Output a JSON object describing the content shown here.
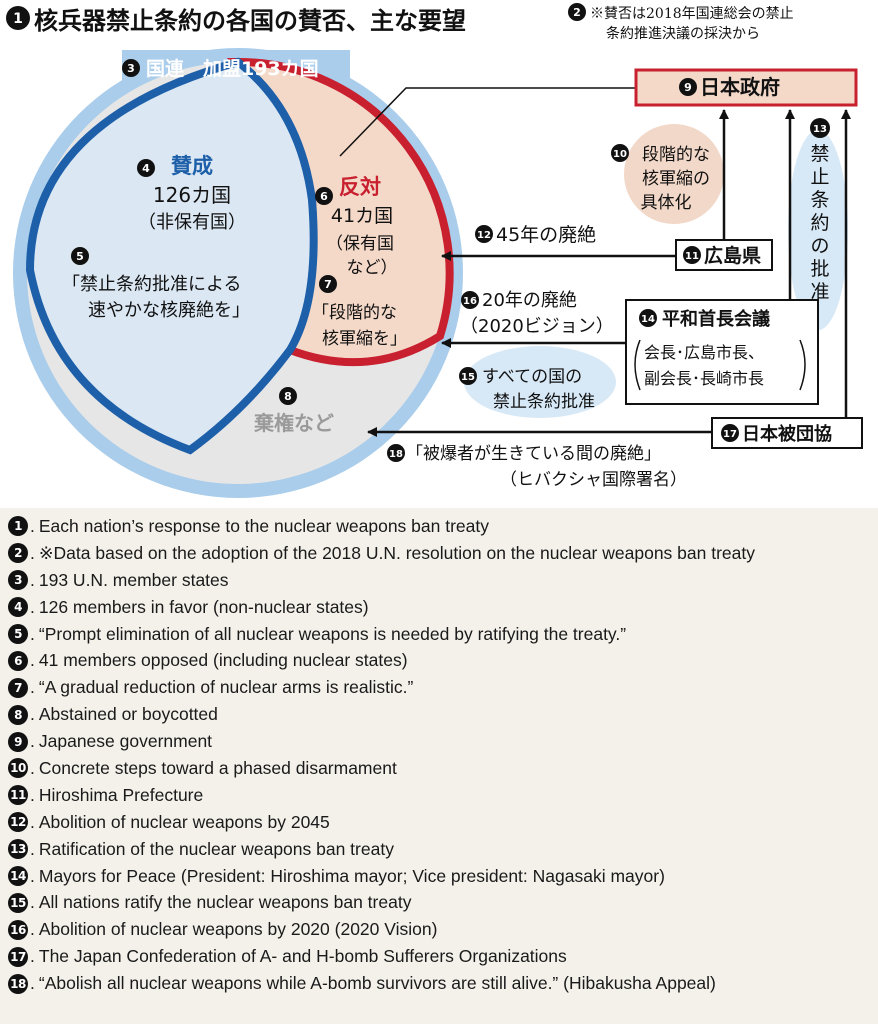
{
  "colors": {
    "un_blue_band": "#a9cdeb",
    "favor_fill": "#dbe8f4",
    "favor_outline": "#1d5fa8",
    "oppose_fill": "#f4d9c9",
    "oppose_outline": "#c8202f",
    "abstain_fill": "#e6e6e6",
    "bubble_blue": "#d7e8f6",
    "bubble_peach": "#f2d8c8",
    "legend_bg": "#f4f1ea"
  },
  "title": "核兵器禁止条約の各国の賛否、主な要望",
  "title_num": "1",
  "note": {
    "num": "2",
    "line1": "※賛否は2018年国連総会の禁止",
    "line2": "条約推進決議の採決から"
  },
  "un": {
    "num": "3",
    "label": "国連　加盟193カ国"
  },
  "favor": {
    "num": "4",
    "title": "賛成",
    "count": "126カ国",
    "sub": "（非保有国）",
    "quote_num": "5",
    "quote1": "「禁止条約批准による",
    "quote2": "速やかな核廃絶を」"
  },
  "oppose": {
    "num": "6",
    "title": "反対",
    "count": "41カ国",
    "sub1": "（保有国",
    "sub2": "など）",
    "quote_num": "7",
    "quote1": "「段階的な",
    "quote2": "核軍縮を」"
  },
  "abstain": {
    "num": "8",
    "label": "棄権など"
  },
  "japan_gov": {
    "num": "9",
    "label": "日本政府"
  },
  "phased": {
    "num": "10",
    "line1": "段階的な",
    "line2": "核軍縮の",
    "line3": "具体化"
  },
  "hiroshima": {
    "num": "11",
    "label": "広島県"
  },
  "abolition2045": {
    "num": "12",
    "label": "45年の廃絶"
  },
  "ratify_vertical": {
    "num": "13",
    "chars": [
      "禁",
      "止",
      "条",
      "約",
      "の",
      "批",
      "准"
    ]
  },
  "mayors": {
    "num": "14",
    "label": "平和首長会議",
    "sub1": "会長･広島市長、",
    "sub2": "副会長･長崎市長"
  },
  "all_nations": {
    "num": "15",
    "line1": "すべての国の",
    "line2": "禁止条約批准"
  },
  "vision2020": {
    "num": "16",
    "line1": "20年の廃絶",
    "line2": "（2020ビジョン）"
  },
  "hidankyo": {
    "num": "17",
    "label": "日本被団協"
  },
  "hibakusha": {
    "num": "18",
    "line1": "「被爆者が生きている間の廃絶」",
    "line2": "（ヒバクシャ国際署名）"
  },
  "legend": [
    {
      "num": "1",
      "text": "Each nation’s response to the nuclear weapons ban treaty"
    },
    {
      "num": "2",
      "text": "※Data based on the adoption of the 2018 U.N. resolution on the nuclear weapons ban treaty"
    },
    {
      "num": "3",
      "text": "193 U.N. member states"
    },
    {
      "num": "4",
      "text": "126 members in favor (non-nuclear states)"
    },
    {
      "num": "5",
      "text": "“Prompt elimination of all nuclear weapons is needed by ratifying the treaty.”"
    },
    {
      "num": "6",
      "text": "41 members opposed (including nuclear states)"
    },
    {
      "num": "7",
      "text": "“A gradual reduction of nuclear arms is realistic.”"
    },
    {
      "num": "8",
      "text": "Abstained or boycotted"
    },
    {
      "num": "9",
      "text": "Japanese government"
    },
    {
      "num": "10",
      "text": "Concrete steps toward a phased disarmament"
    },
    {
      "num": "11",
      "text": "Hiroshima Prefecture"
    },
    {
      "num": "12",
      "text": "Abolition of nuclear weapons by 2045"
    },
    {
      "num": "13",
      "text": "Ratification of the nuclear weapons ban treaty"
    },
    {
      "num": "14",
      "text": "Mayors for Peace (President: Hiroshima mayor; Vice president: Nagasaki mayor)"
    },
    {
      "num": "15",
      "text": "All nations ratify the nuclear weapons ban treaty"
    },
    {
      "num": "16",
      "text": "Abolition of nuclear weapons by 2020 (2020 Vision)"
    },
    {
      "num": "17",
      "text": "The Japan Confederation of A- and H-bomb Sufferers Organizations"
    },
    {
      "num": "18",
      "text": "“Abolish all nuclear weapons while A-bomb survivors are still alive.” (Hibakusha Appeal)"
    }
  ]
}
